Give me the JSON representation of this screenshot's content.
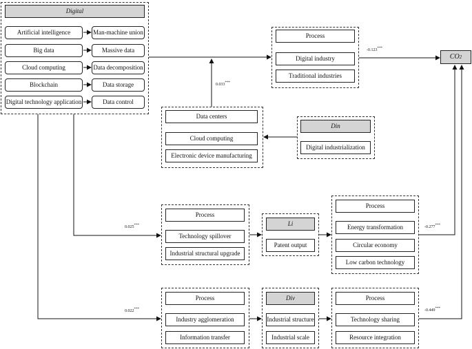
{
  "digital": {
    "title": "Digital",
    "left_items": [
      "Artificial intelligence",
      "Big data",
      "Cloud computing",
      "Blockchain",
      "Digital technology application"
    ],
    "right_items": [
      "Man-machine union",
      "Massive data",
      "Data decomposition",
      "Data storage",
      "Data control"
    ]
  },
  "top_process": {
    "title": "Process",
    "items": [
      "Digital industry",
      "Traditional industries"
    ]
  },
  "co2": {
    "label": "CO",
    "sub": "2"
  },
  "data_infra": {
    "items": [
      "Data centers",
      "Cloud computing",
      "Electronic device manufacturing"
    ]
  },
  "din": {
    "title": "Din",
    "items": [
      "Digital industrialization"
    ]
  },
  "middle_process": {
    "title": "Process",
    "items": [
      "Technology spillover",
      "Industrial structural upgrade"
    ]
  },
  "li": {
    "title": "Li",
    "items": [
      "Patent output"
    ]
  },
  "middle_right_process": {
    "title": "Process",
    "items": [
      "Energy transformation",
      "Circular economy",
      "Low carbon technology"
    ]
  },
  "bottom_process": {
    "title": "Process",
    "items": [
      "Industry agglomeration",
      "Information transfer"
    ]
  },
  "div": {
    "title": "Div",
    "items": [
      "Industrial structure",
      "Industrial scale"
    ]
  },
  "bottom_right_process": {
    "title": "Process",
    "items": [
      "Technology sharing",
      "Resource integration"
    ]
  },
  "coefficients": {
    "top": {
      "value": "-0.123",
      "sig": "***"
    },
    "din_path": {
      "value": "0.033",
      "sig": "***"
    },
    "li_path": {
      "value": "0.025",
      "sig": "***"
    },
    "li_co2": {
      "value": "-0.277",
      "sig": "***"
    },
    "div_path": {
      "value": "0.022",
      "sig": "***"
    },
    "div_co2": {
      "value": "-0.449",
      "sig": "***"
    }
  }
}
